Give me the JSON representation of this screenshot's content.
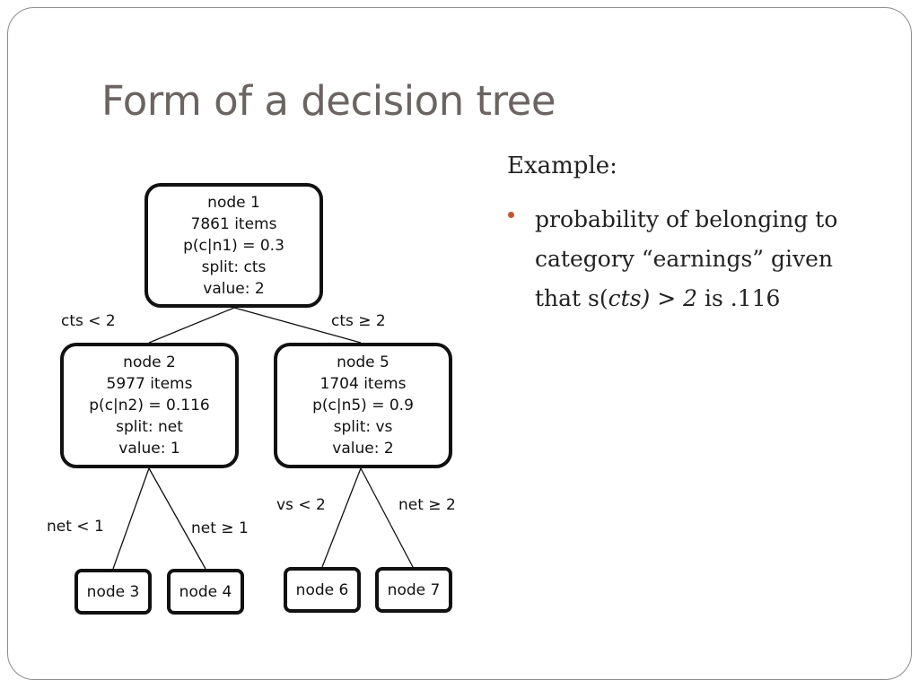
{
  "slide": {
    "title": "Form of a decision tree",
    "example_heading": "Example:",
    "bullet": {
      "part1": "probability of belonging to category “earnings” given that s(",
      "part2": "cts)",
      "part3": " > ",
      "part4": "2",
      "part5": " is .116"
    }
  },
  "tree": {
    "node1": {
      "name": "node 1",
      "items": "7861 items",
      "prob": "p(c|n1) = 0.3",
      "split": "split: cts",
      "value": "value: 2"
    },
    "node2": {
      "name": "node 2",
      "items": "5977 items",
      "prob": "p(c|n2) = 0.116",
      "split": "split: net",
      "value": "value: 1"
    },
    "node5": {
      "name": "node 5",
      "items": "1704 items",
      "prob": "p(c|n5) = 0.9",
      "split": "split: vs",
      "value": "value: 2"
    },
    "node3": {
      "name": "node 3"
    },
    "node4": {
      "name": "node 4"
    },
    "node6": {
      "name": "node 6"
    },
    "node7": {
      "name": "node 7"
    },
    "edges": {
      "cts_lt": "cts < 2",
      "cts_ge": "cts ≥ 2",
      "net_lt": "net < 1",
      "net_ge": "net ≥ 1",
      "vs_lt": "vs < 2",
      "net_ge2": "net ≥ 2"
    }
  }
}
